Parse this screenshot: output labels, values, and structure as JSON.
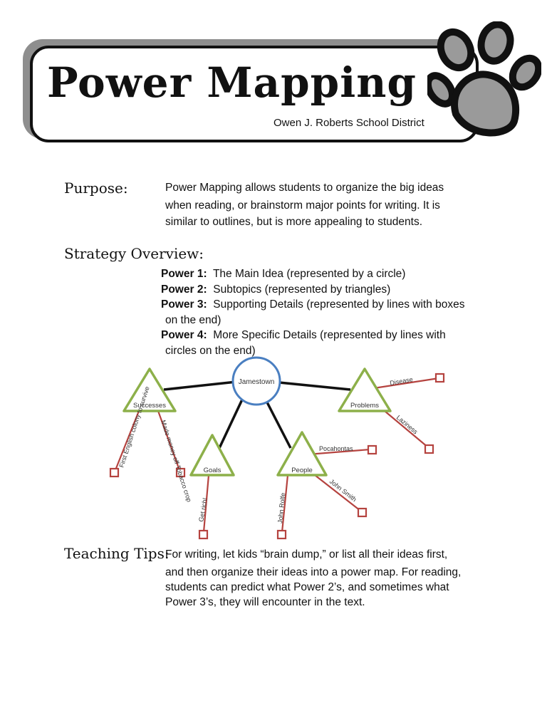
{
  "header": {
    "title": "Power Mapping",
    "subtitle": "Owen J. Roberts School District",
    "logo_icon": "paw-print-icon"
  },
  "purpose": {
    "label": "Purpose:",
    "lines": [
      "Power Mapping allows students to organize the big ideas",
      "when reading, or brainstorm major points for writing.  It is",
      "similar to outlines, but is more appealing to students."
    ]
  },
  "overview": {
    "label": "Strategy Overview:",
    "items": [
      {
        "term": "Power 1:",
        "desc": "The Main Idea (represented by a circle)",
        "cont": ""
      },
      {
        "term": "Power 2:",
        "desc": "Subtopics (represented by triangles)",
        "cont": ""
      },
      {
        "term": "Power 3:",
        "desc": "Supporting Details (represented by lines with boxes",
        "cont": "on the end)"
      },
      {
        "term": "Power 4:",
        "desc": "More Specific Details (represented by lines with",
        "cont": "circles on the end)"
      }
    ]
  },
  "diagram": {
    "main_idea": "Jamestown",
    "subtopics": [
      "Successes",
      "Goals",
      "People",
      "Problems"
    ],
    "details": {
      "successes": [
        "First English colony to survive",
        "Made money off Tobacco crop"
      ],
      "goals": [
        "Get rich!"
      ],
      "people": [
        "John Rolfe",
        "Pocahontas",
        "John Smith"
      ],
      "problems": [
        "Disease",
        "Laziness"
      ]
    },
    "colors": {
      "main": "#4a7fc1",
      "subtopic": "#8db04a",
      "detail": "#b5433f",
      "connector": "#111111"
    }
  },
  "tips": {
    "label": "Teaching Tips:",
    "lines": [
      "For writing, let kids “brain dump,” or list all their ideas first,",
      "and then organize their ideas into a power map.   For reading,",
      "students can predict what Power 2’s, and sometimes what",
      "Power 3’s, they will encounter in the text."
    ]
  }
}
